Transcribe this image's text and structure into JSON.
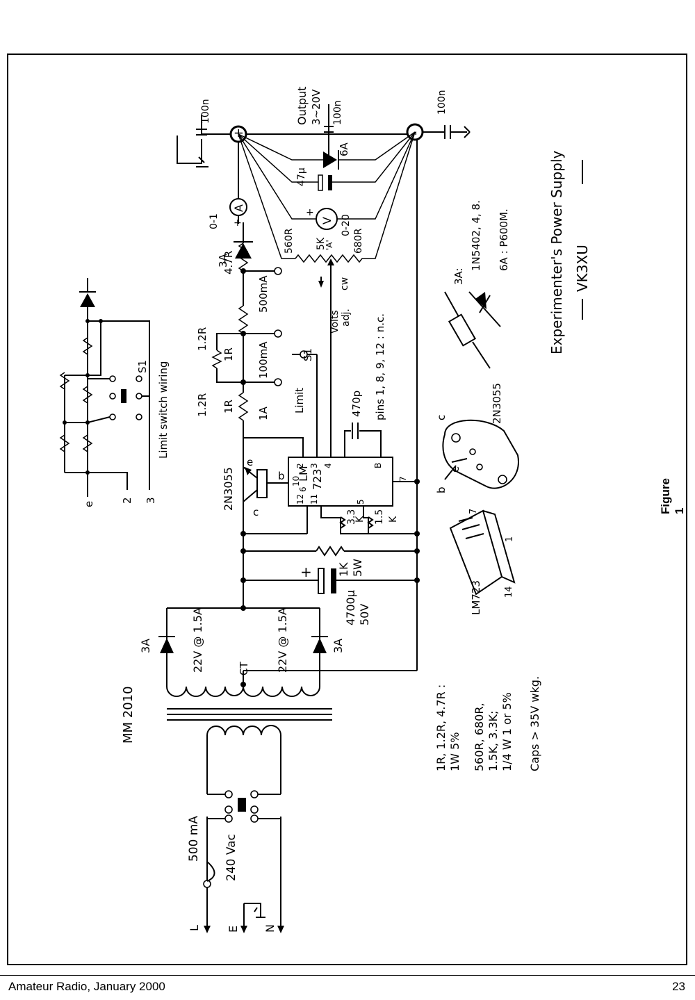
{
  "figure": {
    "label": "Figure 1",
    "title": "Experimenter's Power Supply",
    "author": "VK3XU"
  },
  "mains": {
    "live": "L",
    "earth": "E",
    "neutral": "N",
    "fuse": "500 mA",
    "voltage": "240 Vac",
    "transformer": "MM 2010"
  },
  "secondary": {
    "winding_a": "22V @ 1.5A",
    "winding_b": "22V @ 1.5A",
    "center_tap": "CT",
    "diode_a": "3A",
    "diode_b": "3A"
  },
  "filter": {
    "cap_value": "4700µ",
    "cap_voltage": "50V",
    "bleeder_value": "1K",
    "bleeder_power": "5W",
    "plus_sign": "+"
  },
  "regulator": {
    "ic_name": "LM",
    "ic_number": "723",
    "pass_transistor": "2N3055",
    "pin_e": "e",
    "pin_b": "b",
    "pin_c": "c",
    "pins": [
      "2",
      "3",
      "4",
      "10",
      "6",
      "12",
      "11",
      "5",
      "7",
      "B"
    ],
    "cap_470p": "470p",
    "r_3k3_a": "3.3",
    "r_3k3_b": "K",
    "r_1k5_a": "1.5",
    "r_1k5_b": "K",
    "pins_nc": "pins 1, 8, 9, 12 : n.c."
  },
  "limit": {
    "r_1r2_a": "1.2R",
    "r_1r2_b": "1.2R",
    "r_1r_a": "1R",
    "r_1r_b": "1R",
    "r_4r7": "4.7R",
    "tap_1a": "1A",
    "tap_100ma": "100mA",
    "tap_500ma": "500mA",
    "label": "Limit",
    "switch": "S1",
    "series_diode": "3A"
  },
  "output": {
    "title": "Output",
    "range": "3~20V",
    "cap_100n_a": "100n",
    "cap_100n_b": "100n",
    "cap_100n_c": "100n",
    "cap_47u": "47µ",
    "diode_6a": "6A",
    "ammeter": "A",
    "ammeter_range": "0-1",
    "voltmeter": "V",
    "voltmeter_range": "0-20",
    "pot": "5K",
    "pot_type": "'A'",
    "r_560": "560R",
    "r_680": "680R",
    "adj_a": "Volts",
    "adj_b": "adj.",
    "adj_cw": "cw",
    "plus_terminal": "+",
    "minus_terminal": "-"
  },
  "inset": {
    "title": "Limit switch wiring",
    "switch": "S1",
    "terminal_e": "e",
    "terminal_2": "2",
    "terminal_3": "3"
  },
  "notes": {
    "line1": "1R, 1.2R, 4.7R :",
    "line2": "1W 5%",
    "line3": "560R, 680R,",
    "line4": "1.5K, 3.3K;",
    "line5": "1/4 W 1 or 5%",
    "line6": "Caps > 35V wkg."
  },
  "parts": {
    "d_3a_title": "3A:",
    "d_3a_type": "1N5402, 4, 8.",
    "d_6a_type": "6A : P600M.",
    "lm723": "LM723",
    "lm723_pin1": "1",
    "lm723_pin7": "7",
    "lm723_pin14": "14",
    "tr": "2N3055",
    "tr_b": "b",
    "tr_e": "e",
    "tr_c": "c"
  },
  "footer": {
    "left": "Amateur Radio, January 2000",
    "right": "23"
  }
}
